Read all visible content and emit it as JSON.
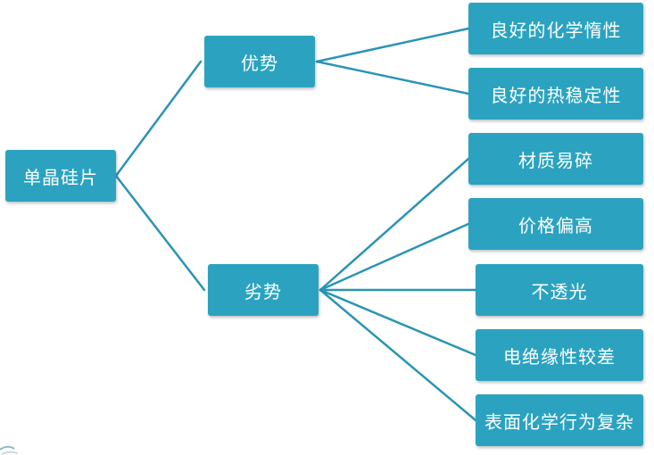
{
  "root": {
    "label": "单晶硅片"
  },
  "branches": [
    {
      "label": "优势",
      "items": [
        "良好的化学惰性",
        "良好的热稳定性"
      ]
    },
    {
      "label": "劣势",
      "items": [
        "材质易碎",
        "价格偏高",
        "不透光",
        "电绝缘性较差",
        "表面化学行为复杂"
      ]
    }
  ],
  "colors": {
    "node_fill": "#2ba3c0",
    "node_text": "#ffffff",
    "connector": "#2a94b4",
    "background": "#ffffff"
  }
}
